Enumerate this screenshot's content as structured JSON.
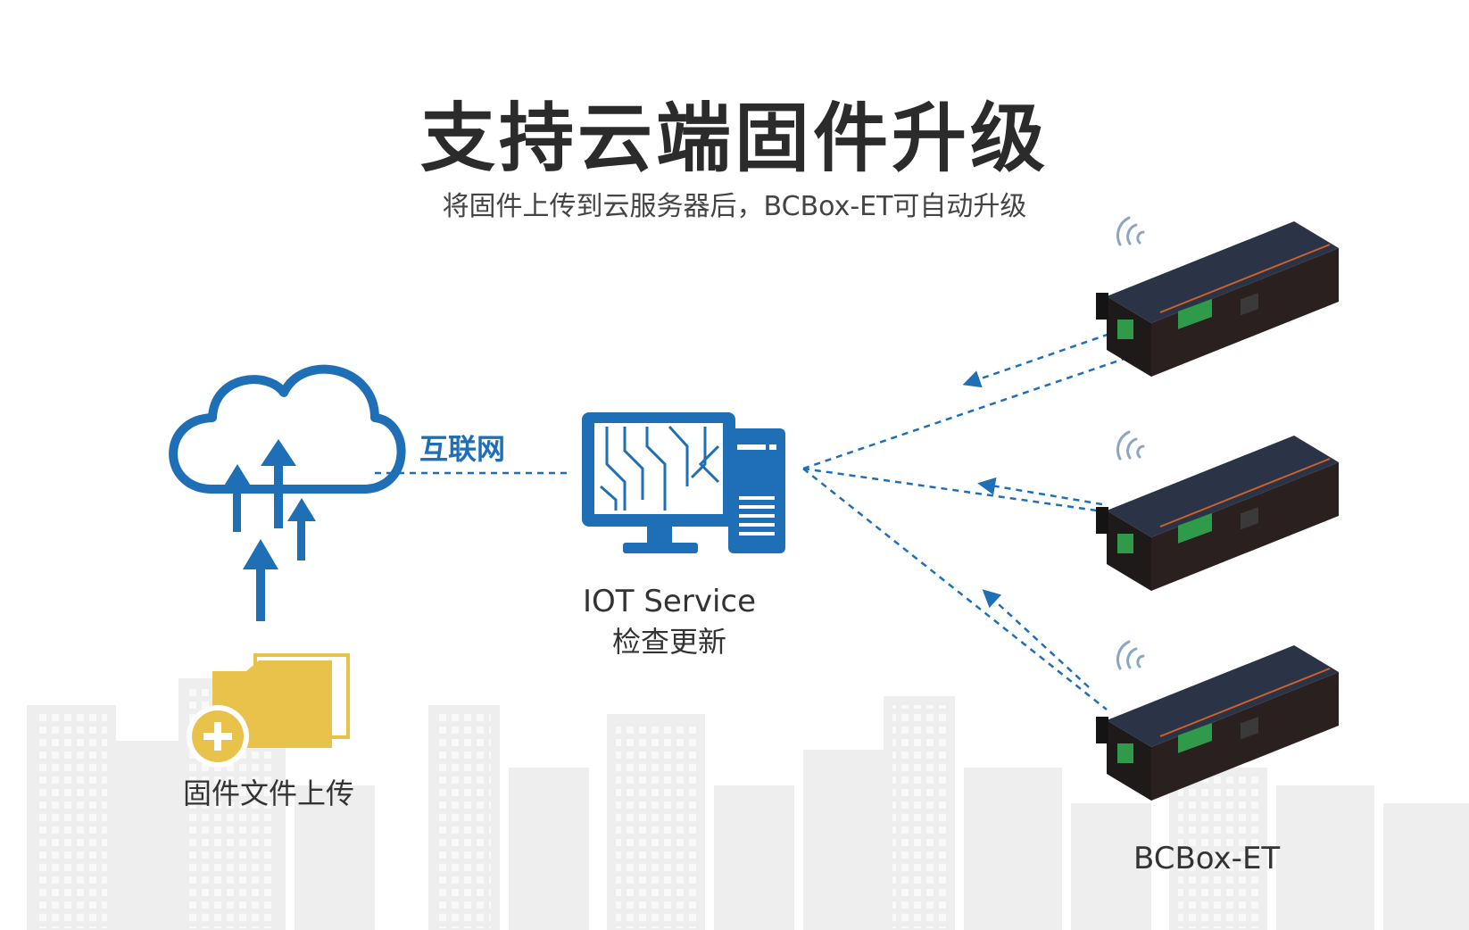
{
  "title": "支持云端固件升级",
  "subtitle": "将固件上传到云服务器后，BCBox-ET可自动升级",
  "cloud": {
    "icon": "cloud-upload-icon"
  },
  "folder": {
    "icon": "folder-add-icon",
    "label": "固件文件上传"
  },
  "link": {
    "label": "互联网"
  },
  "server": {
    "icon": "computer-icon",
    "line1": "IOT Service",
    "line2": "检查更新"
  },
  "devices": {
    "label": "BCBox-ET",
    "unit_brand": "BCBox-ET",
    "count": 3
  },
  "colors": {
    "primary_blue": "#1f6fb7",
    "folder_yellow": "#e8c24a",
    "device_body": "#2b3446",
    "skyline": "#eeeeee"
  }
}
